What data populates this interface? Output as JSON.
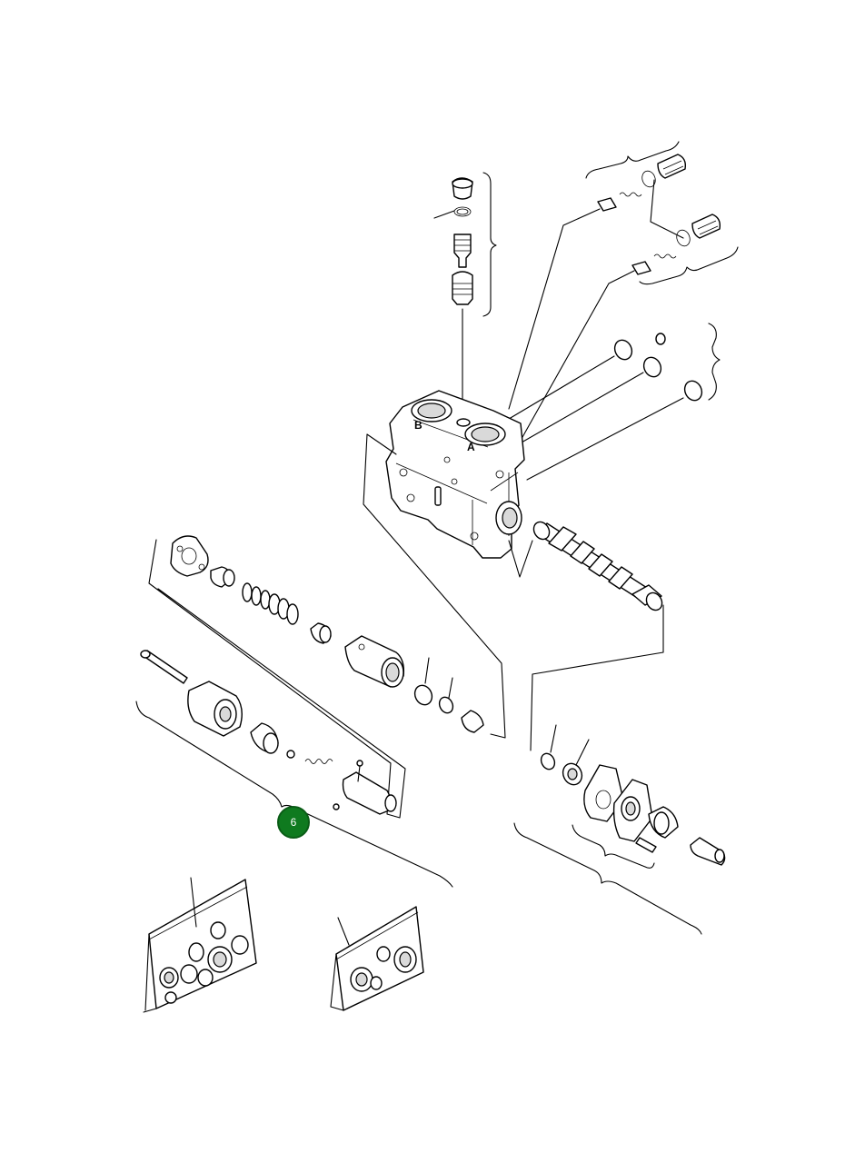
{
  "diagram": {
    "port_labels": [
      "B",
      "A"
    ],
    "callouts": [
      {
        "label": "6",
        "color": "#0f7a1f",
        "border": "#0a5c16"
      }
    ]
  }
}
